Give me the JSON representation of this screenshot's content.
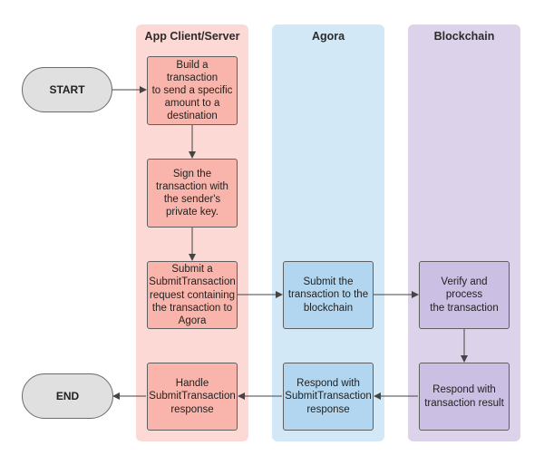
{
  "lanes": {
    "app": "App Client/Server",
    "agora": "Agora",
    "blockchain": "Blockchain"
  },
  "terminals": {
    "start": "START",
    "end": "END"
  },
  "nodes": {
    "build": "Build a transaction\nto send a specific\namount to a\ndestination",
    "sign": "Sign the\ntransaction with\nthe sender's\nprivate key.",
    "submit_request": "Submit a\nSubmitTransaction\nrequest containing\nthe transaction to\nAgora",
    "agora_submit": "Submit the\ntransaction to the\nblockchain",
    "verify": "Verify and process\nthe transaction",
    "respond_result": "Respond with\ntransaction result",
    "agora_respond": "Respond with\nSubmitTransaction\nresponse",
    "handle": "Handle\nSubmitTransaction\nresponse"
  },
  "colors": {
    "app_lane": "#fcd9d5",
    "app_node": "#f9b5ab",
    "agora_lane": "#d3e8f7",
    "agora_node": "#b2d6ef",
    "chain_lane": "#dcd3ea",
    "chain_node": "#cbbfe3",
    "terminal": "#e0e0e0",
    "arrow": "#444444"
  }
}
